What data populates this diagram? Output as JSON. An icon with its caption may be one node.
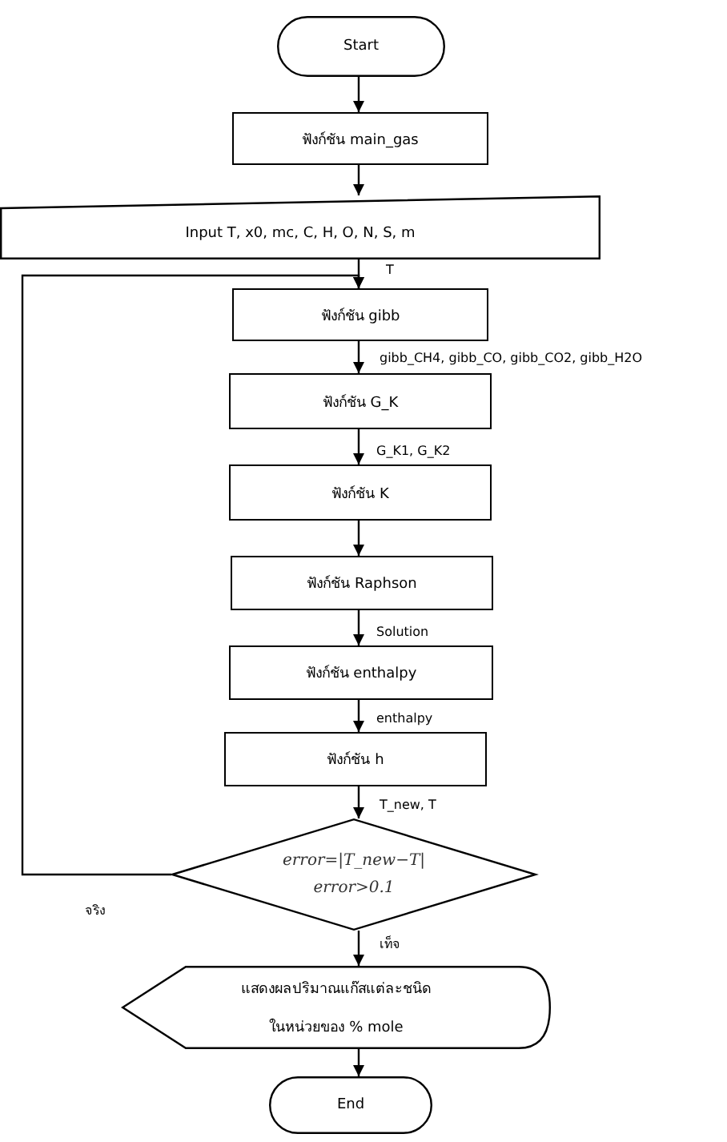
{
  "diagram": {
    "nodes": [
      {
        "text": [
          "Start"
        ]
      },
      {
        "text": [
          "ฟังก์ชัน main_gas"
        ]
      },
      {
        "text": [
          "Input T, x0, mc, C, H, O, N, S, m"
        ]
      },
      {
        "text": [
          "ฟังก์ชัน gibb"
        ]
      },
      {
        "text": [
          "ฟังก์ชัน G_K"
        ]
      },
      {
        "text": [
          "ฟังก์ชัน K"
        ]
      },
      {
        "text": [
          "ฟังก์ชัน Raphson"
        ]
      },
      {
        "text": [
          "ฟังก์ชัน enthalpy"
        ]
      },
      {
        "text": [
          "ฟังก์ชัน h"
        ]
      },
      {
        "text": [
          "error=|T_new−T|",
          "error>0.1"
        ]
      },
      {
        "text": [
          "แสดงผลปริมาณแก๊สแต่ละชนิด",
          "ในหน่วยของ % mole"
        ]
      },
      {
        "text": [
          "End"
        ]
      }
    ],
    "edges": [
      {
        "from": 0,
        "to": 1,
        "arrow": "to"
      },
      {
        "from": 1,
        "to": 2,
        "arrow": "to"
      },
      {
        "from": 2,
        "to": 3,
        "arrow": "to",
        "label": "T"
      },
      {
        "from": 3,
        "to": 4,
        "arrow": "to",
        "label": "gibb_CH4, gibb_CO, gibb_CO2, gibb_H2O"
      },
      {
        "from": 4,
        "to": 5,
        "arrow": "to",
        "label": "G_K1, G_K2"
      },
      {
        "from": 5,
        "to": 6,
        "arrow": "to"
      },
      {
        "from": 6,
        "to": 7,
        "arrow": "to",
        "label": "Solution"
      },
      {
        "from": 7,
        "to": 8,
        "arrow": "to",
        "label": "enthalpy"
      },
      {
        "from": 8,
        "to": 9,
        "arrow": "to",
        "label": "T_new, T"
      },
      {
        "from": 9,
        "to": 3,
        "arrow": "to",
        "label": "จริง"
      },
      {
        "from": 9,
        "to": 10,
        "arrow": "to",
        "label": "เท็จ"
      },
      {
        "from": 10,
        "to": 11,
        "arrow": "to"
      }
    ]
  }
}
